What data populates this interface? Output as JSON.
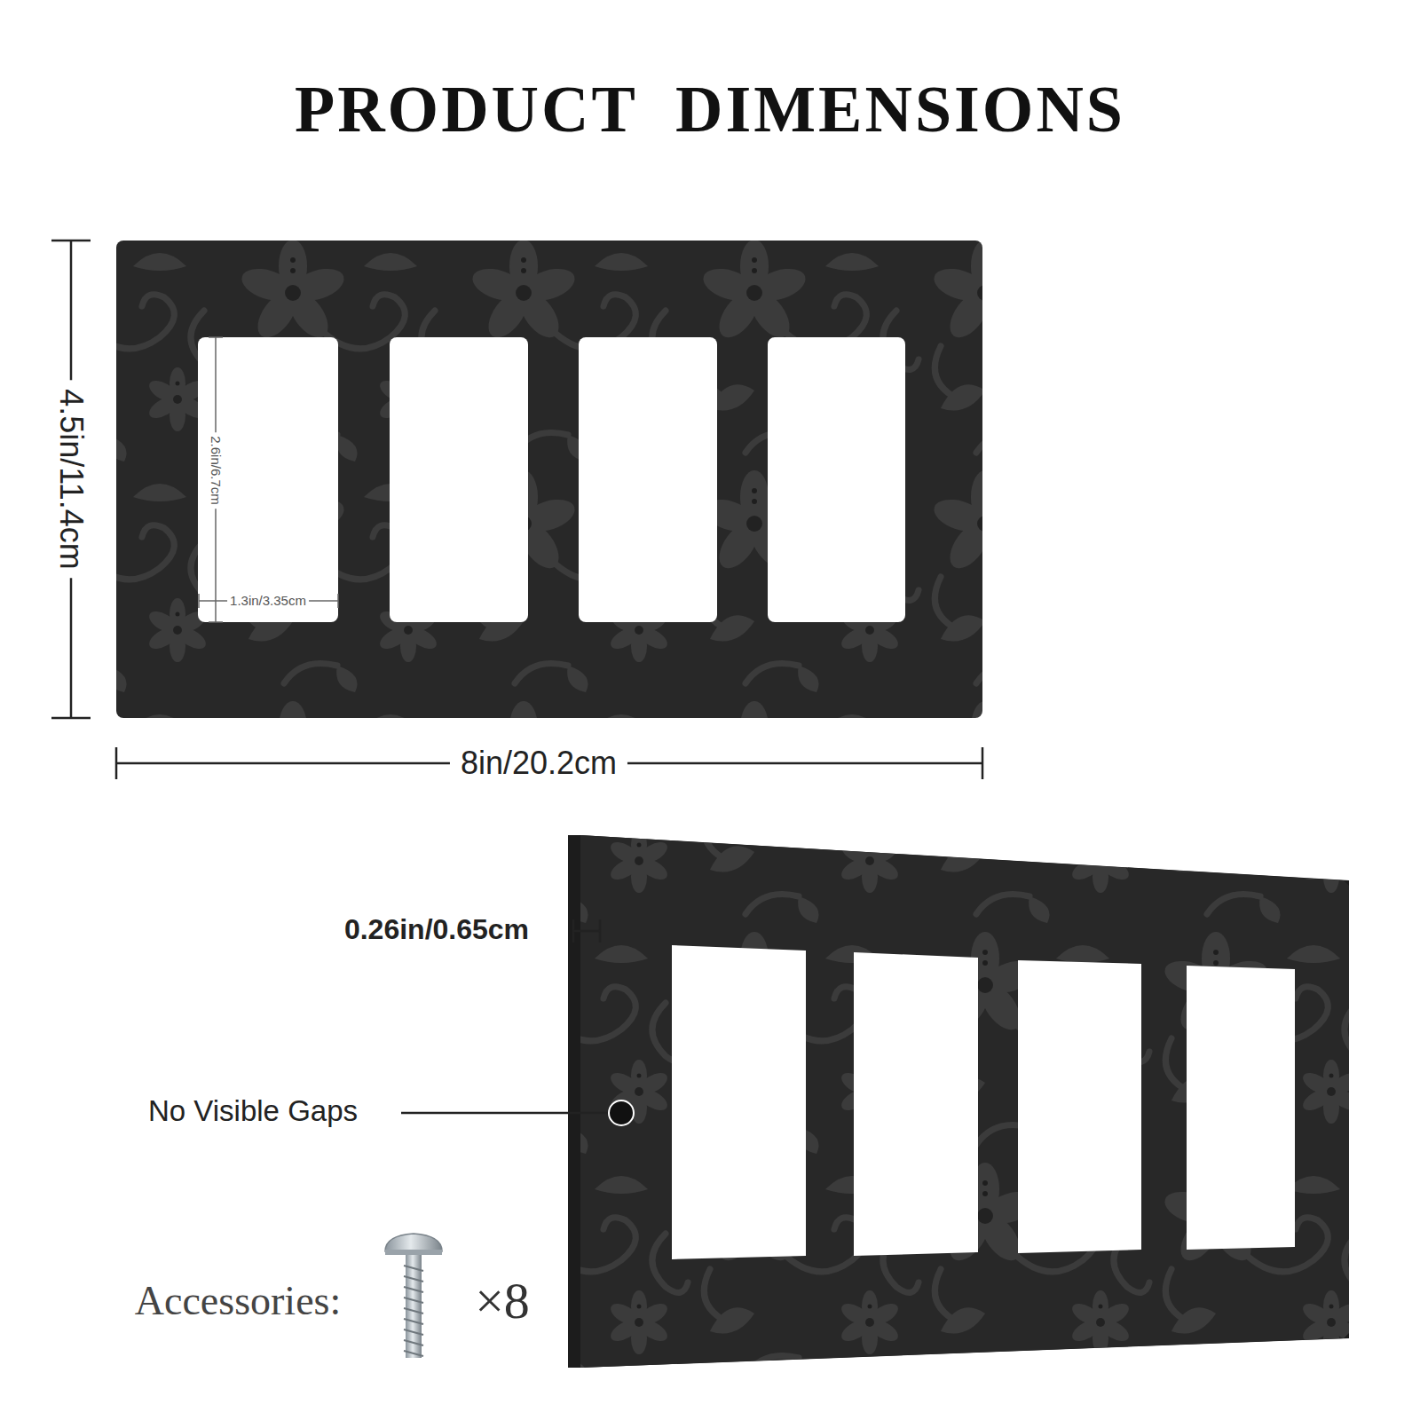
{
  "diagram": {
    "title": "PRODUCT DIMENSIONS",
    "labels": [
      "4.5in/11.4cm",
      "2.6in/6.7cm",
      "1.3in/3.35cm",
      "8in/20.2cm",
      "0.26in/0.65cm",
      "No Visible Gaps",
      "Accessories:",
      "×8"
    ]
  }
}
